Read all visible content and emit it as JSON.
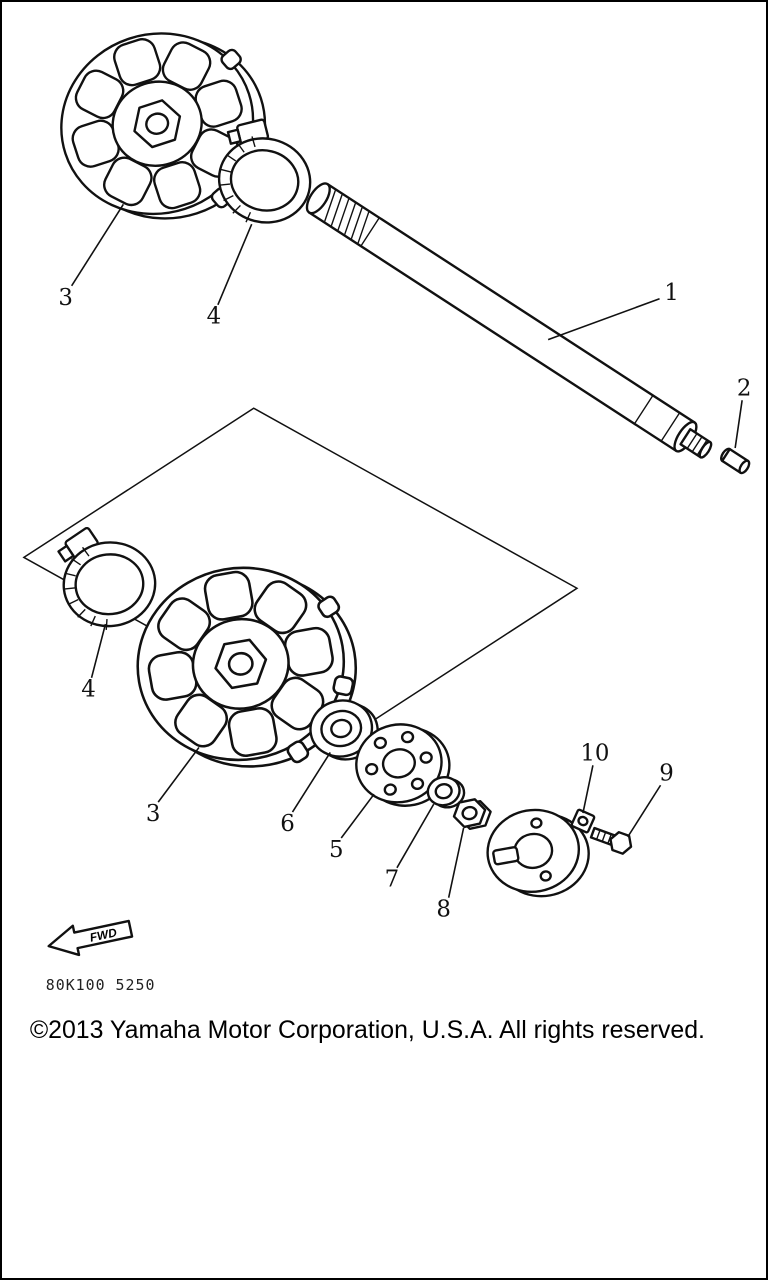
{
  "diagram": {
    "callouts": {
      "c1": "1",
      "c2": "2",
      "c3_top": "3",
      "c3_bottom": "3",
      "c4_top": "4",
      "c4_bottom": "4",
      "c5": "5",
      "c6": "6",
      "c7": "7",
      "c8": "8",
      "c9": "9",
      "c10": "10"
    },
    "fwd_label": "FWD",
    "part_code": "80K100 5250"
  },
  "footer": {
    "copyright": "©2013 Yamaha Motor Corporation, U.S.A. All rights reserved."
  }
}
